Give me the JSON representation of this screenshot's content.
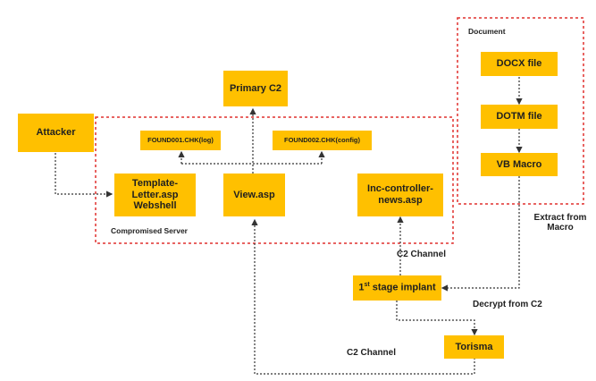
{
  "groups": {
    "document": "Document",
    "compromised_server": "Compromised Server"
  },
  "nodes": {
    "attacker": "Attacker",
    "primary_c2": "Primary C2",
    "found001": "FOUND001.CHK(log)",
    "found002": "FOUND002.CHK(config)",
    "template_letter": "Template-Letter.asp Webshell",
    "view_asp": "View.asp",
    "inc_controller": "Inc-controller-news.asp",
    "docx": "DOCX file",
    "dotm": "DOTM file",
    "vb_macro": "VB Macro",
    "implant_prefix": "1",
    "implant_sup": "st",
    "implant_suffix": " stage implant",
    "torisma": "Torisma"
  },
  "edge_labels": {
    "c2_channel_upper": "C2 Channel",
    "extract_from_macro": "Extract from Macro",
    "decrypt_from_c2": "Decrypt from C2",
    "c2_channel_lower": "C2 Channel"
  },
  "colors": {
    "box_fill": "#ffc000",
    "group_border": "#e0302f",
    "connector": "#333333"
  }
}
